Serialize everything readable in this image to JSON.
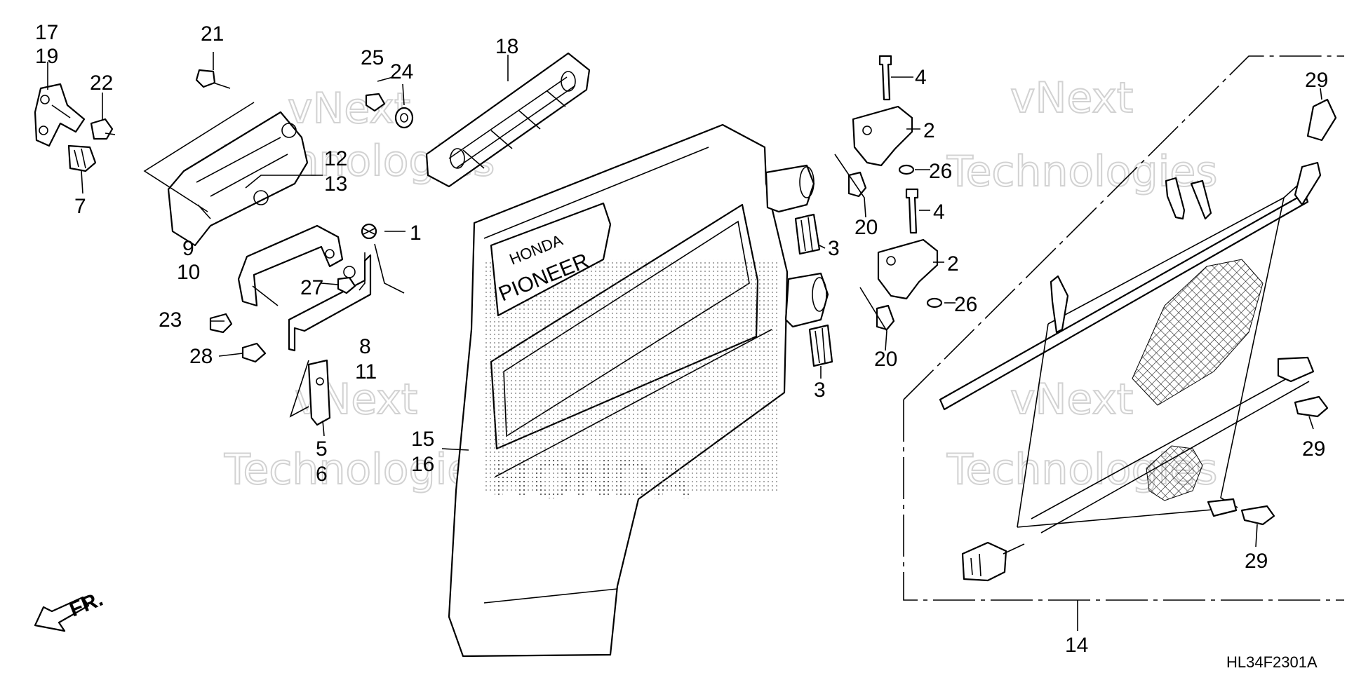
{
  "diagram": {
    "drawing_code": "HL34F2301A",
    "front_marker": "FR.",
    "watermark_lines": [
      "vNext",
      "Technologies"
    ],
    "panel_logo_brand": "HONDA",
    "panel_logo_model": "PIONEER",
    "callouts": {
      "c1": "1",
      "c2a": "2",
      "c2b": "2",
      "c3a": "3",
      "c3b": "3",
      "c4a": "4",
      "c4b": "4",
      "c5": "5",
      "c6": "6",
      "c7": "7",
      "c8": "8",
      "c9": "9",
      "c10": "10",
      "c11": "11",
      "c12": "12",
      "c13": "13",
      "c14": "14",
      "c15": "15",
      "c16": "16",
      "c17": "17",
      "c18": "18",
      "c19": "19",
      "c20a": "20",
      "c20b": "20",
      "c21": "21",
      "c22": "22",
      "c23": "23",
      "c24": "24",
      "c25": "25",
      "c26a": "26",
      "c26b": "26",
      "c27": "27",
      "c28": "28",
      "c29a": "29",
      "c29b": "29",
      "c29c": "29"
    }
  }
}
